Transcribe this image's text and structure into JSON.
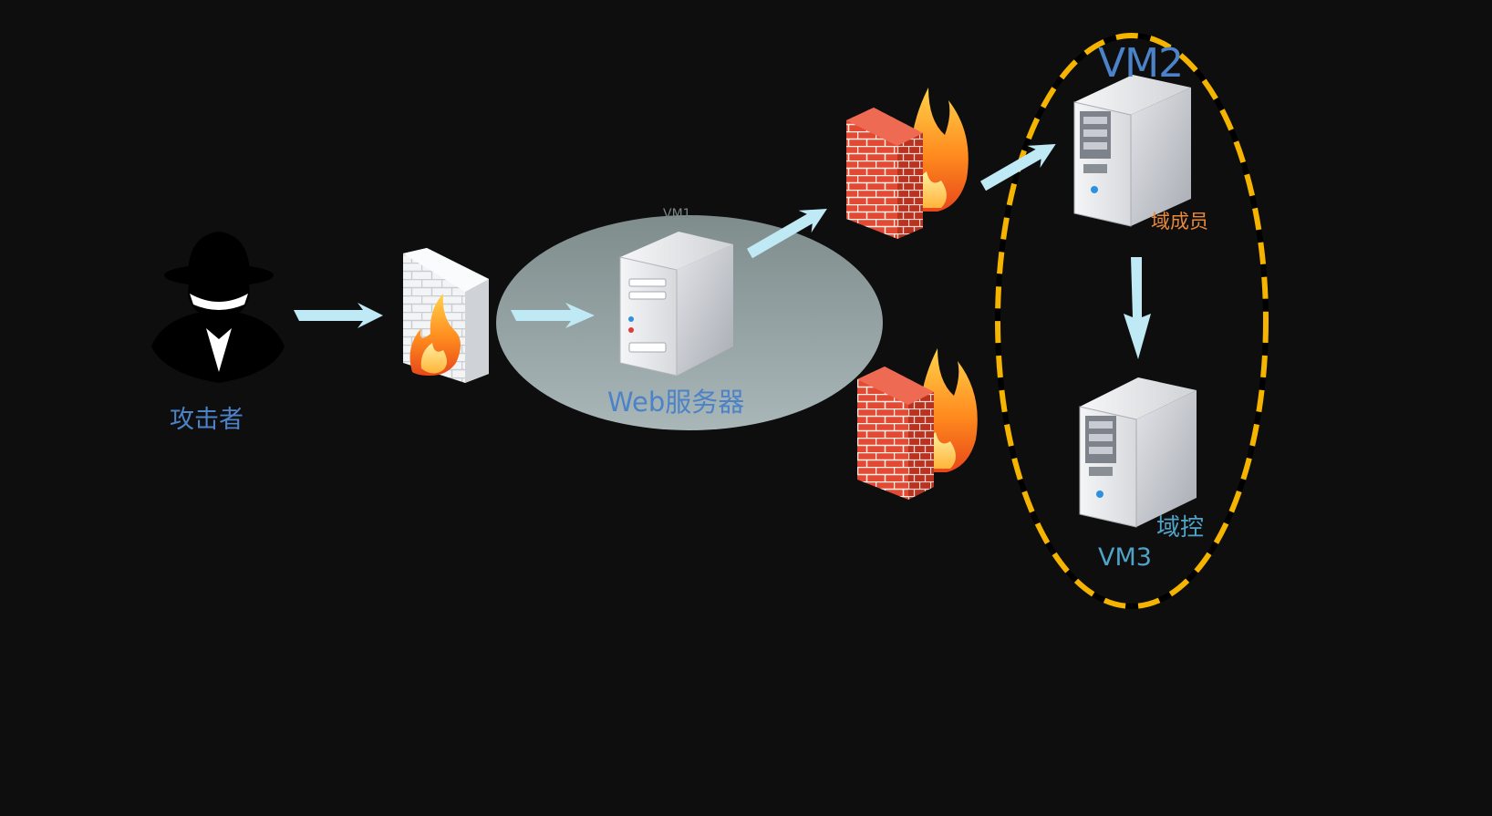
{
  "diagram": {
    "attacker": {
      "label": "攻击者"
    },
    "web_server": {
      "zone_label": "VM1",
      "label": "Web服务器"
    },
    "domain_zone": {
      "label": "VM2"
    },
    "domain_member": {
      "label": "域成员"
    },
    "domain_controller": {
      "label": "域控",
      "zone_label": "VM3"
    }
  },
  "colors": {
    "background": "#0e0e0e",
    "arrow": "#bfe9f4",
    "label_blue": "#4b82c8",
    "label_orange": "#e8893a",
    "label_cyan": "#4fa3c8",
    "zone_dashed": "#f5b400",
    "vm1_zone_fill": "#8a9898",
    "brick_red": "#e24a33"
  },
  "icons": [
    "hacker-icon",
    "firewall-icon",
    "server-icon",
    "arrow-icon"
  ]
}
